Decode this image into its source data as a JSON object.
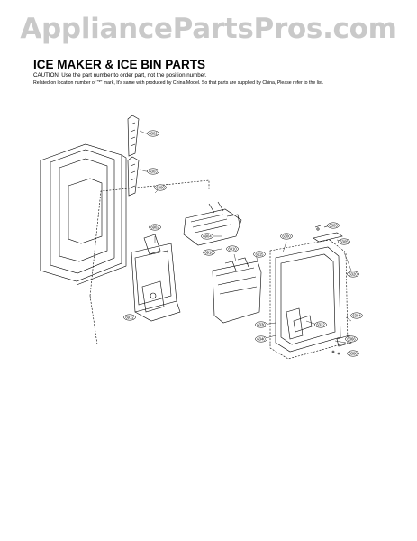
{
  "watermark": "AppliancePartsPros.com",
  "title": "ICE MAKER & ICE BIN PARTS",
  "caution": "CAUTION: Use the part number to order part, not the position number.",
  "note": "Related on location number of \"*\" mark, It's same with produced by China Model. So that parts are supplied by China, Please refer to the list.",
  "part_labels": {
    "l6302": "6302",
    "l6303": "6303",
    "l6400": "6400",
    "l6902": "6902",
    "l6904": "6904",
    "l6916": "6916",
    "l6910": "6910",
    "l6912": "6912",
    "l6115": "6115",
    "l6300": "6300",
    "l6303b": "6303",
    "l6305": "6305",
    "l6320": "6320",
    "l6330": "6330",
    "l6340": "6340",
    "l6322": "6322",
    "l6304": "6304",
    "l6366": "6366",
    "l6388": "6388"
  }
}
